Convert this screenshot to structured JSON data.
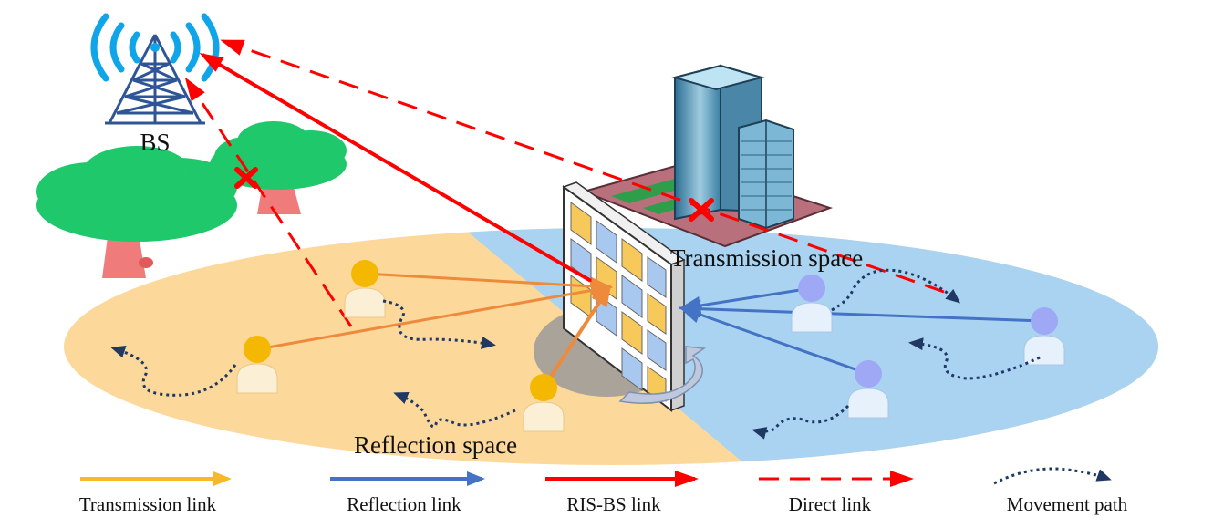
{
  "labels": {
    "bs": "BS",
    "transmission_space": "Transmission space",
    "reflection_space": "Reflection space"
  },
  "legend": [
    {
      "label": "Transmission link",
      "style": "solid",
      "color": "#F7B928"
    },
    {
      "label": "Reflection link",
      "style": "solid",
      "color": "#4472C4"
    },
    {
      "label": "RIS-BS link",
      "style": "solid",
      "color": "#FF0000"
    },
    {
      "label": "Direct link",
      "style": "dashed",
      "color": "#FF0000"
    },
    {
      "label": "Movement path",
      "style": "dotted",
      "color": "#1F3864"
    }
  ],
  "colors": {
    "reflection_region": "#FDD89B",
    "transmission_region": "#A9D3F0",
    "transmission_arrow": "#EE8A3C",
    "reflection_arrow": "#4472C4",
    "red": "#FF0000",
    "path": "#1F3864",
    "tree_canopy": "#1FC86A",
    "tree_trunk": "#F07B7B",
    "user_head_orange": "#F5B800",
    "user_head_blue": "#9EA8F5"
  },
  "icons": {
    "base_station": "base-station-icon",
    "ris_panel": "ris-panel-icon",
    "building": "building-icon",
    "tree": "tree-icon",
    "user": "user-icon",
    "blockage": "blockage-x-icon",
    "rotation": "rotation-arrow-icon"
  }
}
